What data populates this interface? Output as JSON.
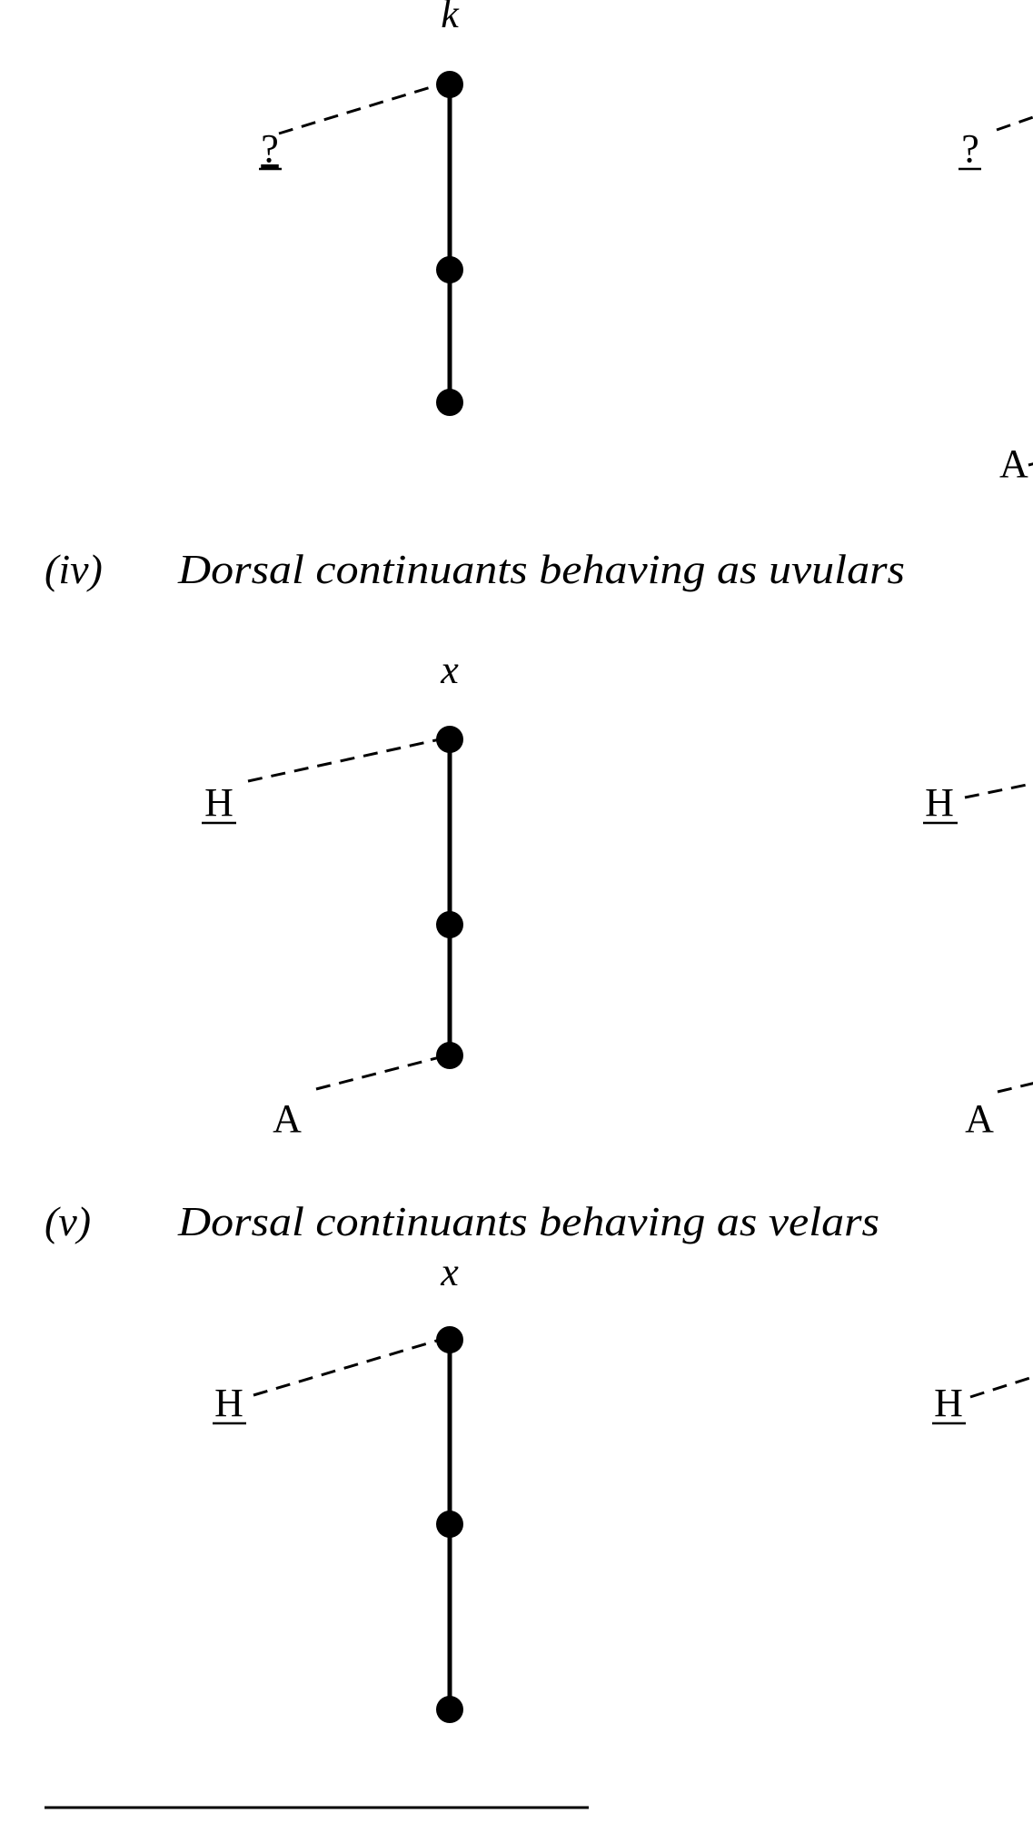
{
  "diagrams": {
    "top": {
      "segment": "k",
      "left_label": "?",
      "right_label": "?",
      "right_bottom_label": "A"
    },
    "uvular": {
      "segment": "x",
      "left_top_label": "H",
      "left_bottom_label": "A",
      "right_top_label": "H",
      "right_bottom_label": "A"
    },
    "velar": {
      "segment": "x",
      "left_top_label": "H",
      "right_top_label": "H"
    }
  },
  "sections": [
    {
      "number": "(iv)",
      "title": "Dorsal continuants behaving as uvulars"
    },
    {
      "number": "(v)",
      "title": "Dorsal continuants behaving as velars"
    }
  ]
}
